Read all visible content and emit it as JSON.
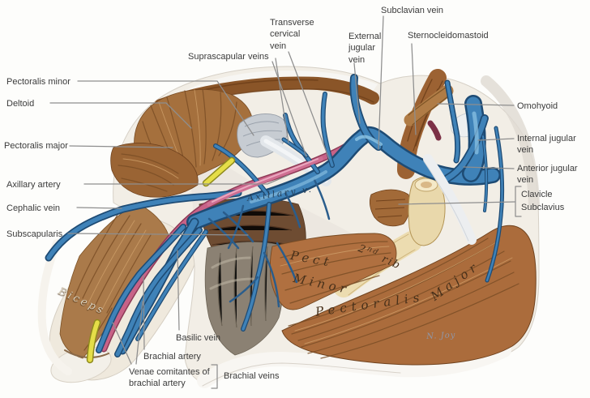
{
  "labels": {
    "pectoralis_minor": "Pectoralis minor",
    "deltoid": "Deltoid",
    "pectoralis_major": "Pectoralis major",
    "axillary_artery": "Axillary artery",
    "cephalic_vein": "Cephalic vein",
    "subscapularis": "Subscapularis",
    "suprascapular_veins": "Suprascapular veins",
    "transverse_cervical_vein": "Transverse cervical vein",
    "subclavian_vein": "Subclavian vein",
    "external_jugular_vein": "External jugular vein",
    "sternocleidomastoid": "Sternocleidomastoid",
    "omohyoid": "Omohyoid",
    "internal_jugular_vein": "Internal jugular vein",
    "anterior_jugular_vein": "Anterior jugular vein",
    "clavicle": "Clavicle",
    "subclavius": "Subclavius",
    "basilic_vein": "Basilic vein",
    "brachial_artery": "Brachial artery",
    "venae_comitantes": "Venae comitantes of brachial artery",
    "brachial_veins": "Brachial veins"
  },
  "inscriptions": {
    "axillary_v": "Axillary v.",
    "pect": "Pect",
    "minor": "Minor",
    "rib_num": "2",
    "rib_sup": "nd",
    "rib_word": " rib",
    "pectoralis": "Pectoralis",
    "major": "Major",
    "biceps": "Biceps"
  },
  "signature": "N. Joy",
  "colors": {
    "vein_blue": "#3f82b8",
    "vein_outline": "#1e4b74",
    "artery_pink": "#c76287",
    "muscle_brown": "#a5703d",
    "bone_cream": "#e9d8ab",
    "nerve_yellow": "#e5de48",
    "label_text": "#3b3b3b",
    "leader_line": "#8e8e8e"
  }
}
